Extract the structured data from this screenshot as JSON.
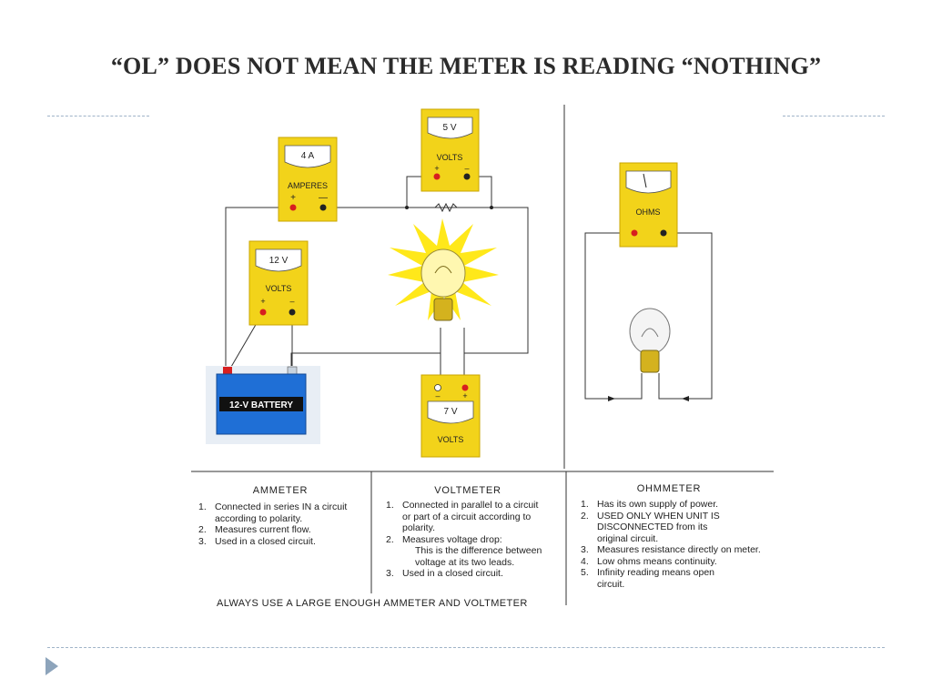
{
  "slide": {
    "title": "“OL” DOES NOT MEAN THE METER IS READING “NOTHING”"
  },
  "diagram": {
    "ammeter": {
      "reading": "4 A",
      "label": "AMPERES",
      "plus": "+",
      "minus": "—"
    },
    "voltmeter_top": {
      "reading": "5 V",
      "label": "VOLTS",
      "plus": "+",
      "minus": "–"
    },
    "voltmeter_battery": {
      "reading": "12 V",
      "label": "VOLTS",
      "plus": "+",
      "minus": "–"
    },
    "voltmeter_bottom": {
      "reading": "7 V",
      "label": "VOLTS",
      "plus": "+",
      "minus": "–"
    },
    "ohmmeter": {
      "label": "OHMS"
    },
    "battery": {
      "label": "12-V BATTERY"
    }
  },
  "table": {
    "ammeter": {
      "heading": "AMMETER",
      "items": [
        {
          "n": "1.",
          "lines": [
            "Connected in series IN a circuit",
            "according to polarity."
          ]
        },
        {
          "n": "2.",
          "lines": [
            "Measures current flow."
          ]
        },
        {
          "n": "3.",
          "lines": [
            "Used in a closed circuit."
          ]
        }
      ]
    },
    "voltmeter": {
      "heading": "VOLTMETER",
      "items": [
        {
          "n": "1.",
          "lines": [
            "Connected in parallel to a circuit",
            "or part of a circuit according to",
            "polarity."
          ]
        },
        {
          "n": "2.",
          "lines": [
            "Measures voltage drop:"
          ],
          "sub": [
            "This is the difference between",
            "voltage at its two leads."
          ]
        },
        {
          "n": "3.",
          "lines": [
            "Used in a closed circuit."
          ]
        }
      ]
    },
    "ohmmeter": {
      "heading": "OHMMETER",
      "items": [
        {
          "n": "1.",
          "lines": [
            "Has its own supply of power."
          ]
        },
        {
          "n": "2.",
          "lines": [
            "USED ONLY WHEN UNIT IS",
            "DISCONNECTED from its",
            "original circuit."
          ]
        },
        {
          "n": "3.",
          "lines": [
            "Measures resistance directly on meter."
          ]
        },
        {
          "n": "4.",
          "lines": [
            "Low ohms means continuity."
          ]
        },
        {
          "n": "5.",
          "lines": [
            "Infinity reading means open",
            "circuit."
          ]
        }
      ]
    },
    "footer": "ALWAYS USE A LARGE ENOUGH AMMETER AND VOLTMETER"
  },
  "colors": {
    "meter_body": "#f2d31a",
    "meter_border": "#c9a400",
    "battery": "#1f6fd6",
    "positive_lead": "#d71f1f",
    "wire": "#333333",
    "bulb_glow": "#ffe81a"
  }
}
